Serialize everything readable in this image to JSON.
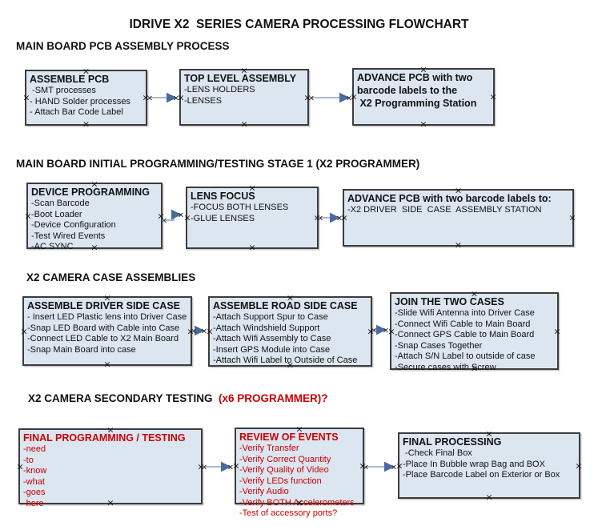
{
  "page_title": "IDRIVE X2  SERIES CAMERA PROCESSING FLOWCHART",
  "colors": {
    "box_fill": "#dce6f1",
    "box_border": "#3c3c3c",
    "connector_line": "#8ca3c2",
    "connector_arrowhead": "#4a6a9e",
    "red_text": "#cc0000",
    "black_text": "#111111"
  },
  "sections": [
    {
      "header": [
        {
          "text": "MAIN BOARD PCB ASSEMBLY PROCESS",
          "color": "#111111"
        }
      ],
      "boxes": [
        {
          "name": "assemble-pcb",
          "title_lines": [
            "ASSEMBLE PCB"
          ],
          "lines": [
            " -SMT processes",
            "- HAND Solder processes",
            "- Attach Bar Code Label"
          ]
        },
        {
          "name": "top-level-assembly",
          "title_lines": [
            "TOP LEVEL ASSEMBLY"
          ],
          "lines": [
            "-LENS HOLDERS",
            "-LENSES"
          ]
        },
        {
          "name": "advance-pcb-to-programming-station",
          "title_lines": [
            "ADVANCE PCB with two",
            "barcode labels to the",
            " X2 Programming Station"
          ],
          "lines": []
        }
      ]
    },
    {
      "header": [
        {
          "text": "MAIN BOARD INITIAL PROGRAMMING/TESTING STAGE 1 (X2 PROGRAMMER)",
          "color": "#111111"
        }
      ],
      "boxes": [
        {
          "name": "device-programming",
          "title_lines": [
            "DEVICE PROGRAMMING"
          ],
          "lines": [
            "-Scan Barcode",
            "-Boot Loader",
            "-Device Configuration",
            "-Test Wired Events",
            "-AC SYNC"
          ]
        },
        {
          "name": "lens-focus",
          "title_lines": [
            "LENS FOCUS"
          ],
          "lines": [
            "-FOCUS BOTH LENSES",
            "-GLUE LENSES"
          ]
        },
        {
          "name": "advance-pcb-to-driver-side-station",
          "title_lines": [
            "ADVANCE PCB with two barcode labels to:"
          ],
          "lines": [
            "-X2 DRIVER  SIDE  CASE  ASSEMBLY STATION"
          ]
        }
      ]
    },
    {
      "header": [
        {
          "text": "X2 CAMERA CASE ASSEMBLIES",
          "color": "#111111"
        }
      ],
      "boxes": [
        {
          "name": "assemble-driver-side-case",
          "title_lines": [
            "ASSEMBLE DRIVER SIDE CASE"
          ],
          "lines": [
            "- Insert LED Plastic lens into Driver Case",
            "-Snap LED Board with Cable into Case",
            "-Connect LED Cable to X2 Main Board",
            "-Snap Main Board into case"
          ]
        },
        {
          "name": "assemble-road-side-case",
          "title_lines": [
            "ASSEMBLE ROAD SIDE CASE"
          ],
          "lines": [
            "-Attach Support Spur to Case",
            "-Attach Windshield Support",
            "-Attach Wifi Assembly to Case",
            "-Insert GPS Module into Case",
            "-Attach Wifi Label to Outside of Case"
          ]
        },
        {
          "name": "join-the-two-cases",
          "title_lines": [
            "JOIN THE TWO CASES"
          ],
          "lines": [
            "-Slide Wifi Antenna into Driver Case",
            "-Connect Wifi Cable to Main Board",
            "-Connect GPS Cable to Main Board",
            "-Snap Cases Together",
            "-Attach S/N Label to outside of case",
            "-Secure cases with Screw"
          ]
        }
      ]
    },
    {
      "header": [
        {
          "text": "X2 CAMERA SECONDARY TESTING  ",
          "color": "#111111"
        },
        {
          "text": "(x6 PROGRAMMER)?",
          "color": "#cc0000"
        }
      ],
      "boxes": [
        {
          "name": "final-programming-testing",
          "title_color": "#cc0000",
          "line_color": "#cc0000",
          "title_lines": [
            "FINAL PROGRAMMING / TESTING"
          ],
          "lines": [
            "-need",
            "-to",
            "-know",
            "-what",
            "-goes",
            "-here"
          ]
        },
        {
          "name": "review-of-events",
          "title_color": "#cc0000",
          "line_color": "#cc0000",
          "title_lines": [
            "REVIEW OF EVENTS"
          ],
          "lines": [
            "-Verify Transfer",
            "-Verify Correct Quantity",
            "-Verify Quality of Video",
            "-Verify LEDs function",
            "-Verify Audio",
            "-Verify BOTH Accelerometers",
            "-Test of accessory ports?"
          ]
        },
        {
          "name": "final-processing",
          "title_lines": [
            "FINAL PROCESSING"
          ],
          "lines": [
            " -Check Final Box",
            "-Place In Bubble wrap Bag and BOX",
            "-Place Barcode Label on Exterior or Box"
          ]
        }
      ]
    }
  ]
}
